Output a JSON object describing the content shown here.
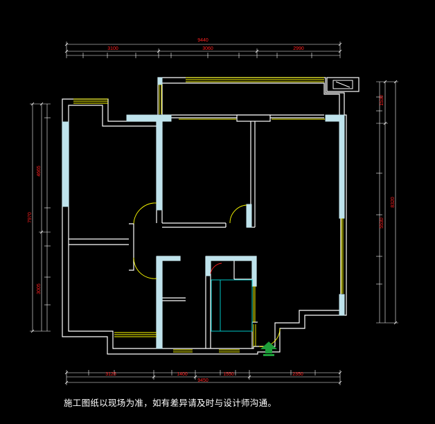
{
  "note": "施工图纸以现场为准，如有差异请及时与设计师沟通。",
  "colors": {
    "background": "#000000",
    "wall": "#ffffff",
    "column": "#bfe3ec",
    "window": "#ffff00",
    "dimension": "#ff2020",
    "extension_line": "#ffffff",
    "fixture": "#00c8c8",
    "entrance": "#1e9e3a"
  },
  "icons": {
    "entrance": "up-arrow-icon",
    "water_heater": "water-heater-icon"
  },
  "dimensions": {
    "top_total": "9440",
    "top_segments": [
      "3100",
      "3060",
      "2990"
    ],
    "bottom_total": "9450",
    "bottom_segments": [
      "3125",
      "1400",
      "1550",
      "2350"
    ],
    "left_total": "7970",
    "left_segments": [
      "4665",
      "3005"
    ],
    "right_total": "8320",
    "right_segments": [
      "1530",
      "5530"
    ]
  }
}
